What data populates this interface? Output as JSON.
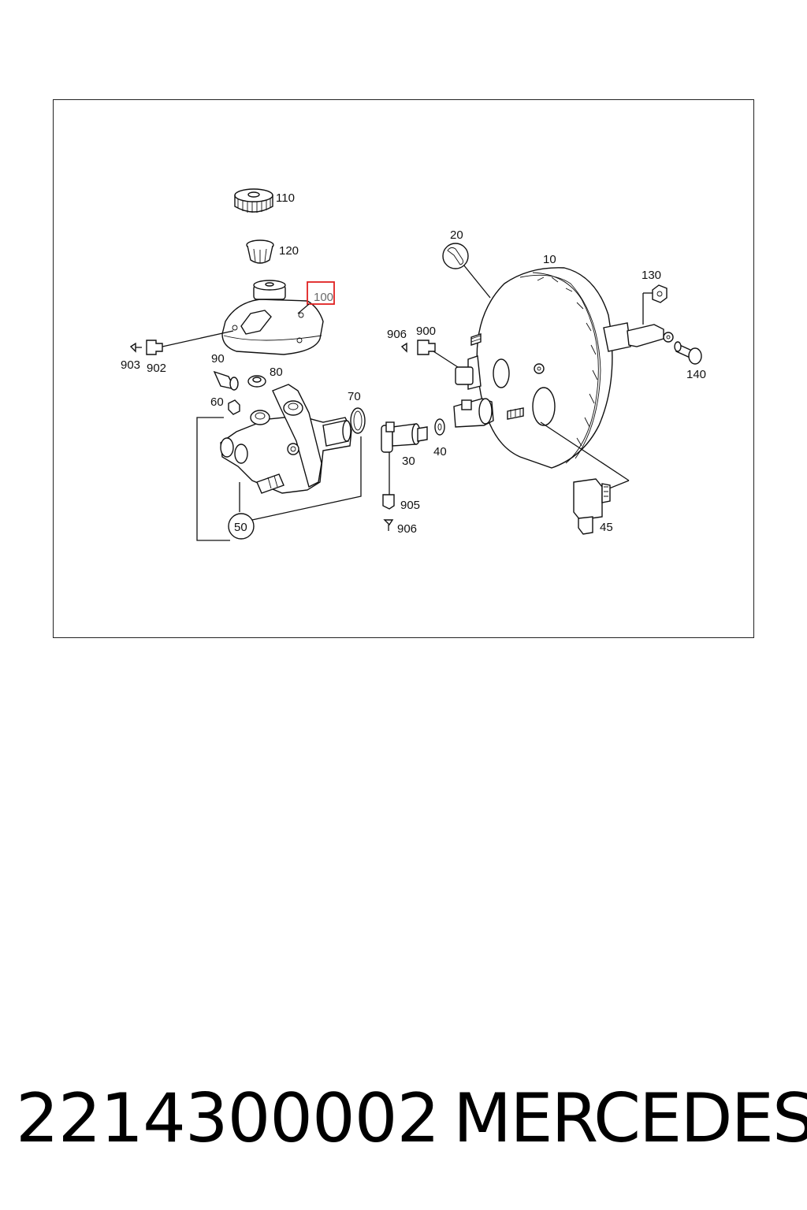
{
  "diagram": {
    "callouts": {
      "c110": "110",
      "c120": "120",
      "c100": "100",
      "c903": "903",
      "c902": "902",
      "c90": "90",
      "c80": "80",
      "c60": "60",
      "c70": "70",
      "c50": "50",
      "c20": "20",
      "c10": "10",
      "c130": "130",
      "c906a": "906",
      "c900": "900",
      "c140": "140",
      "c30": "30",
      "c40": "40",
      "c905": "905",
      "c906b": "906",
      "c45": "45"
    },
    "highlight_color": "#e02020"
  },
  "footer": {
    "part_number": "2214300002",
    "brand": "MERCEDES"
  }
}
